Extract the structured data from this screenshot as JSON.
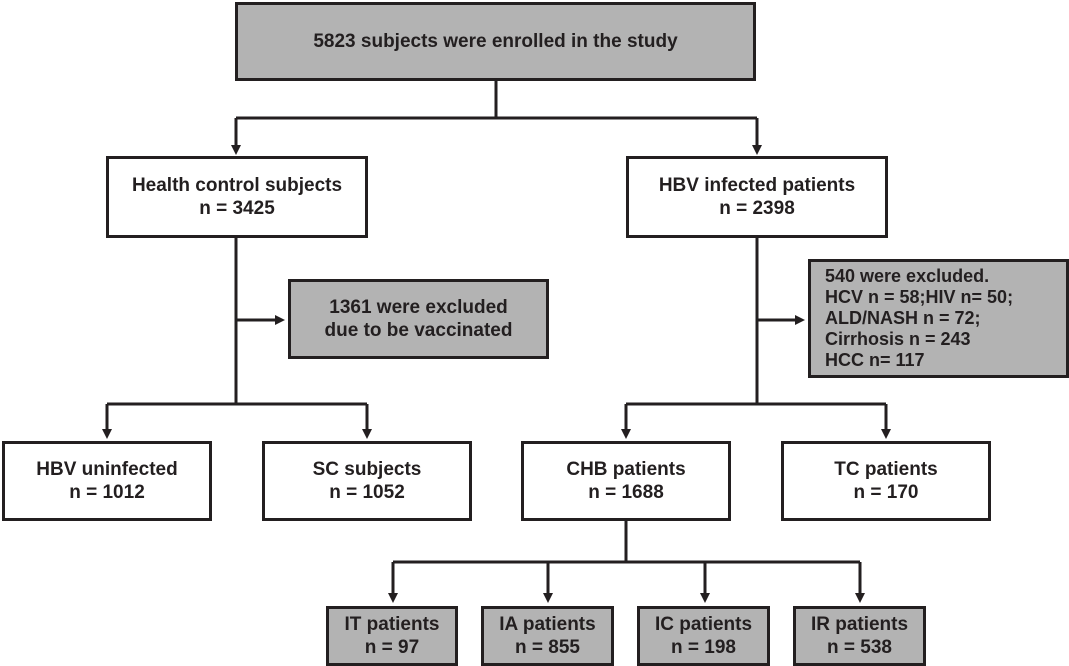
{
  "enrolled": {
    "line1": "5823 subjects were enrolled in the study"
  },
  "health_control": {
    "line1": "Health control subjects",
    "line2": "n = 3425"
  },
  "hbv_infected": {
    "line1": "HBV infected patients",
    "line2": "n = 2398"
  },
  "excluded_vaccinated": {
    "line1": "1361 were excluded",
    "line2": "due to be vaccinated"
  },
  "excluded_other": {
    "line1": "540 were excluded.",
    "line2": "HCV n = 58;HIV n= 50;",
    "line3": "ALD/NASH  n = 72;",
    "line4": "Cirrhosis n = 243",
    "line5": "HCC n= 117"
  },
  "hbv_uninfected": {
    "line1": "HBV uninfected",
    "line2": "n = 1012"
  },
  "sc_subjects": {
    "line1": "SC subjects",
    "line2": "n = 1052"
  },
  "chb_patients": {
    "line1": "CHB patients",
    "line2": "n = 1688"
  },
  "tc_patients": {
    "line1": "TC patients",
    "line2": "n = 170"
  },
  "it_patients": {
    "line1": "IT patients",
    "line2": "n = 97"
  },
  "ia_patients": {
    "line1": "IA patients",
    "line2": "n = 855"
  },
  "ic_patients": {
    "line1": "IC  patients",
    "line2": "n = 198"
  },
  "ir_patients": {
    "line1": "IR patients",
    "line2": "n = 538"
  },
  "colors": {
    "stroke": "#231f20",
    "gray_fill": "#b3b3b3",
    "white_fill": "#ffffff"
  }
}
